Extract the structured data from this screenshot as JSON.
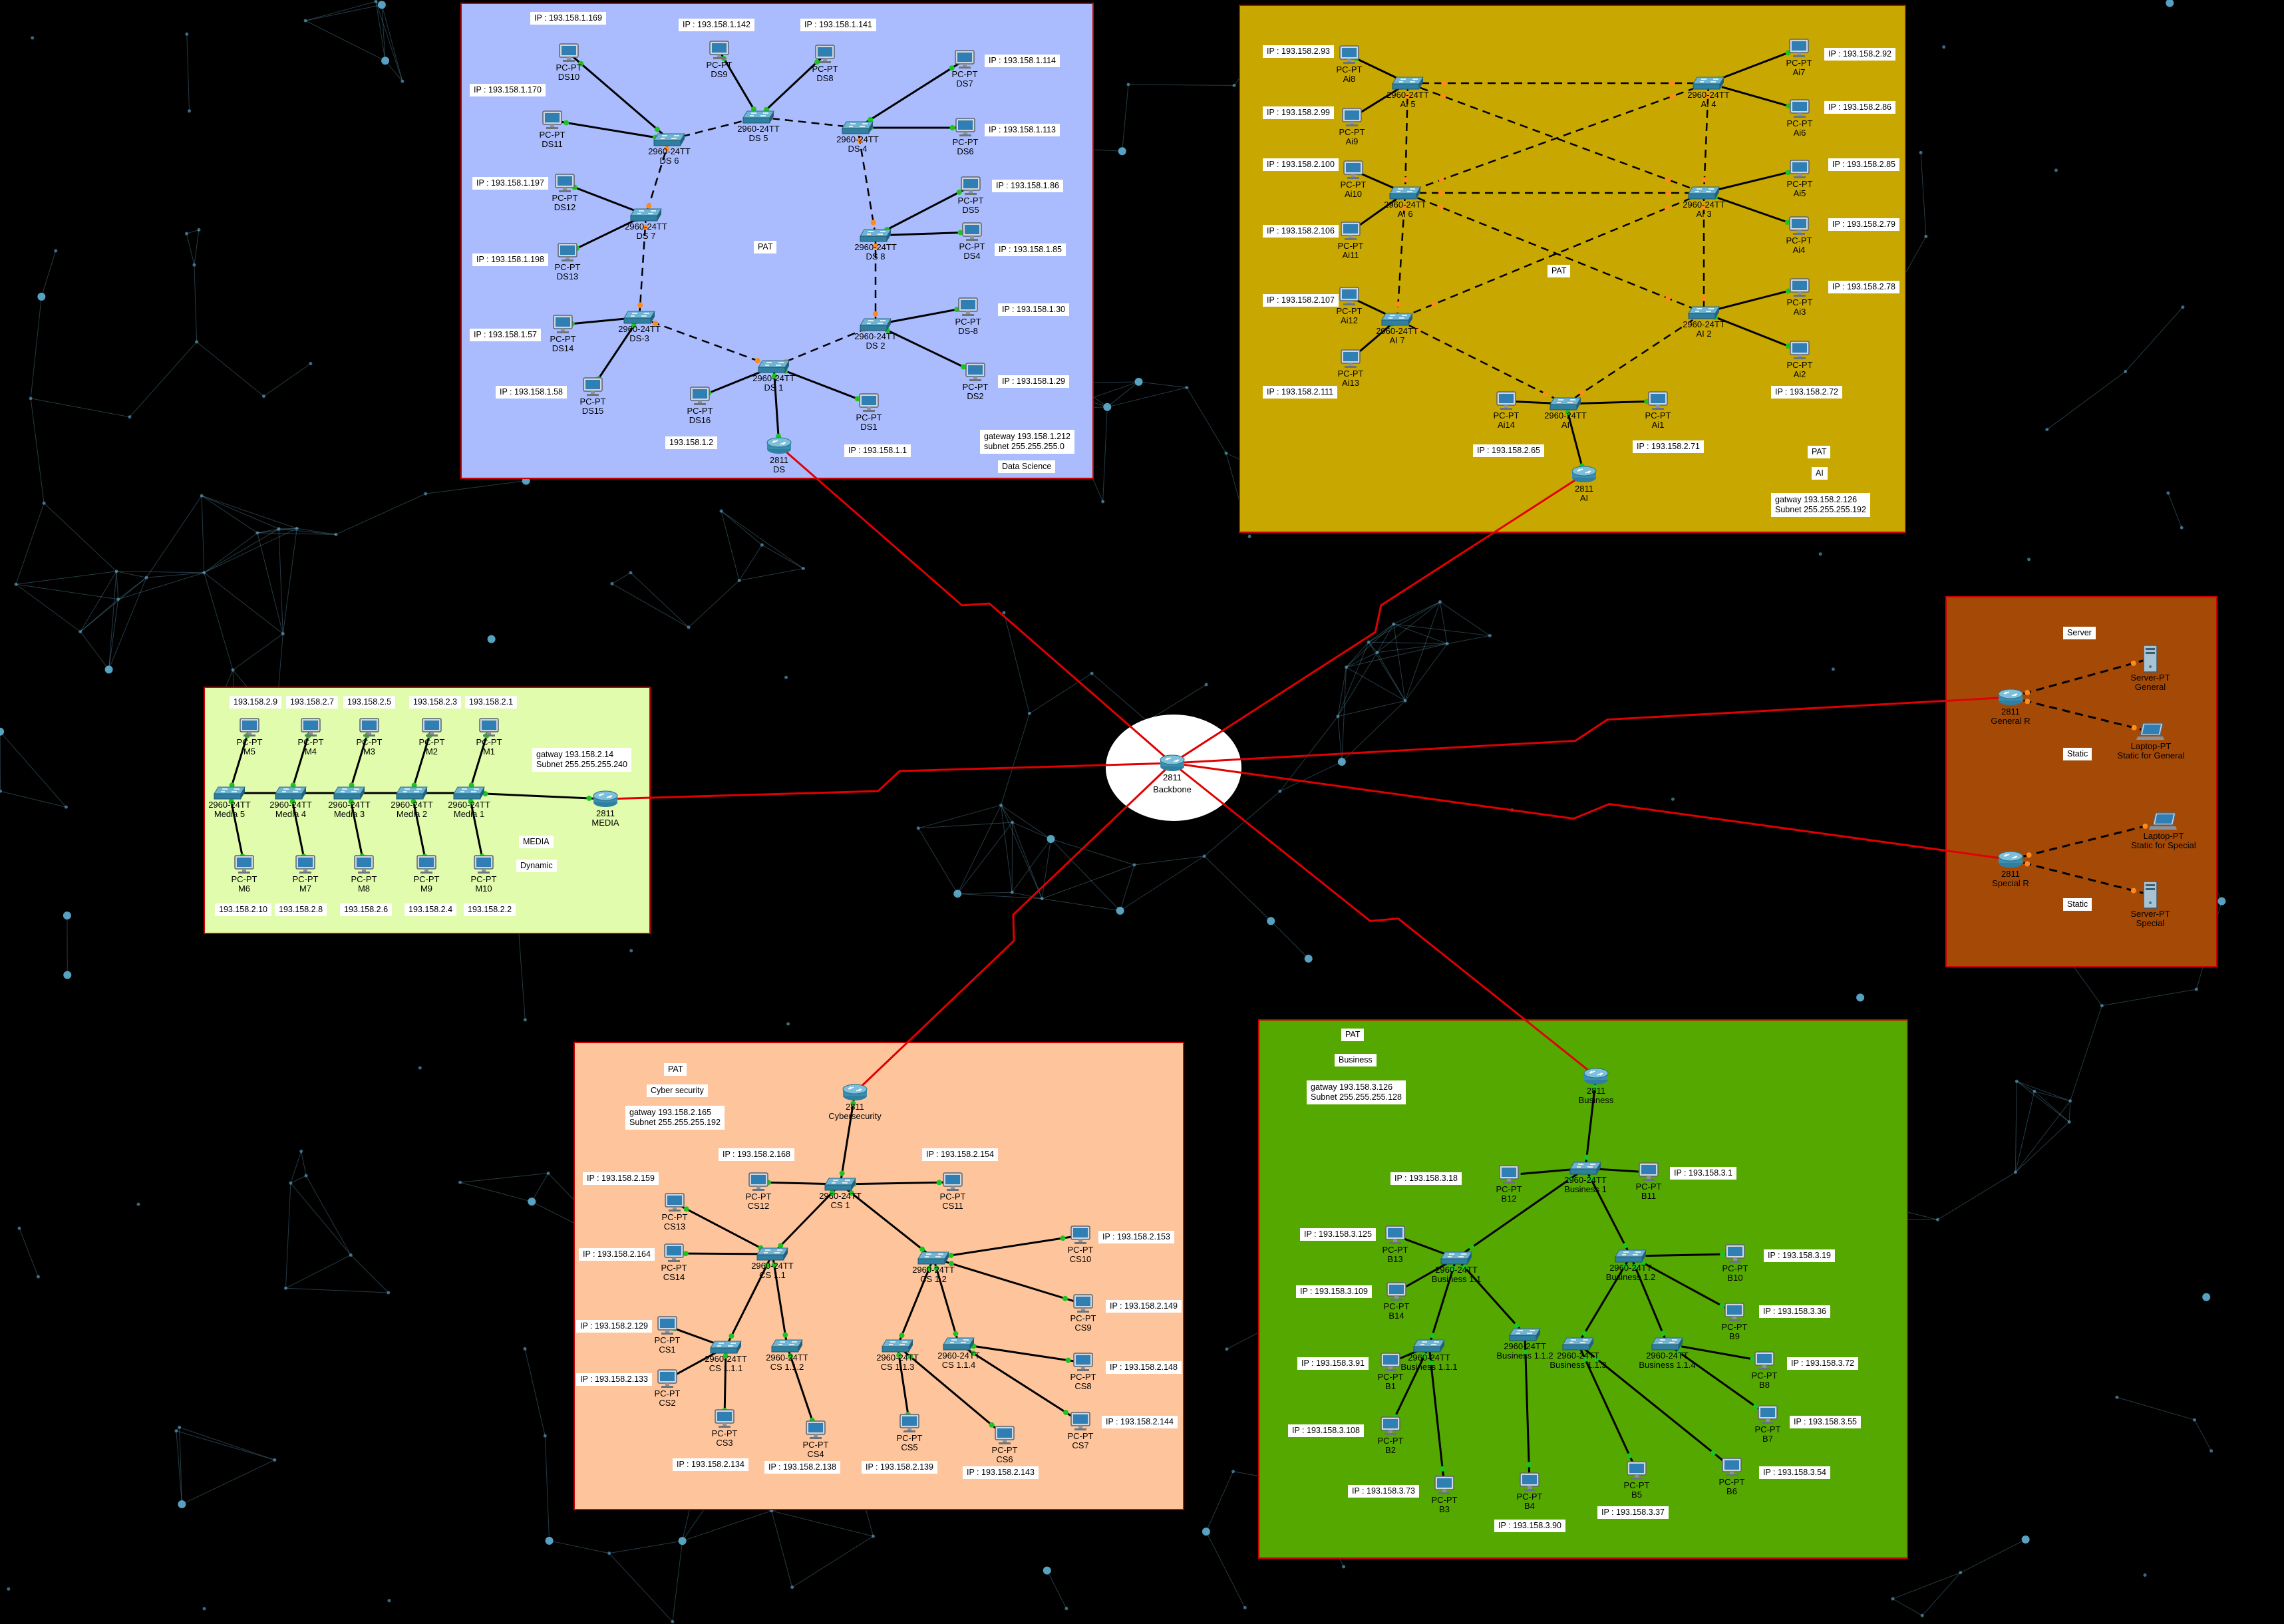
{
  "colors": {
    "ds": "#aabcfe",
    "ai": "#c8a800",
    "media": "#e0fcac",
    "server": "#a44a06",
    "cyber": "#fec59c",
    "business": "#54a800",
    "wire_red": "#e00000",
    "switch": "#3a8fb0"
  },
  "backbone": {
    "name": "Backbone",
    "model": "2811"
  },
  "ds": {
    "routerLabel": "2811\nDS",
    "pat": "PAT",
    "caption": "Data Science",
    "gw": "gateway 193.158.1.212\nsubnet 255.255.255.0",
    "switches": {
      "DS6": "2960-24TT\nDS 6",
      "DS5": "2960-24TT\nDS 5",
      "DS4": "2960-24TT\nDS 4",
      "DS7": "2960-24TT\nDS 7",
      "DS8": "2960-24TT\nDS 8",
      "DS3": "2960-24TT\nDS-3",
      "DS2": "2960-24TT\nDS 2",
      "DS1": "2960-24TT\nDS 1"
    },
    "pcs": {
      "DS10": "PC-PT\nDS10",
      "DS11": "PC-PT\nDS11",
      "DS9": "PC-PT\nDS9",
      "DS8": "PC-PT\nDS8",
      "DS7": "PC-PT\nDS7",
      "DS6": "PC-PT\nDS6",
      "DS5": "PC-PT\nDS5",
      "DS4": "PC-PT\nDS4",
      "DS12": "PC-PT\nDS12",
      "DS13": "PC-PT\nDS13",
      "DS14": "PC-PT\nDS14",
      "DS15": "PC-PT\nDS15",
      "DS16": "PC-PT\nDS16",
      "DS1": "PC-PT\nDS1",
      "DSb": "PC-PT\nDS-8",
      "DS2": "PC-PT\nDS2"
    },
    "ips": [
      "IP : 193.158.1.169",
      "IP : 193.158.1.142",
      "IP : 193.158.1.141",
      "IP : 193.158.1.170",
      "IP : 193.158.1.114",
      "IP : 193.158.1.113",
      "IP : 193.158.1.197",
      "IP : 193.158.1.86",
      "IP : 193.158.1.85",
      "IP : 193.158.1.198",
      "IP : 193.158.1.30",
      "IP : 193.158.1.57",
      "IP : 193.158.1.58",
      "IP : 193.158.1.29",
      "193.158.1.2",
      "IP : 193.158.1.1"
    ]
  },
  "ai": {
    "routerLabel": "2811\nAI",
    "pat": "PAT",
    "pat2": "PAT",
    "name": "AI",
    "gw": "gatway 193.158.2.126\nSubnet 255.255.255.192",
    "switches": {
      "AI5": "2960-24TT\nAI 5",
      "AI4": "2960-24TT\nAI 4",
      "AI6": "2960-24TT\nAI 6",
      "AI3": "2960-24TT\nAI 3",
      "AI7": "2960-24TT\nAI 7",
      "AI2": "2960-24TT\nAI 2",
      "AI": "2960-24TT\nAI"
    },
    "pcs": {
      "Ai8": "PC-PT\nAi8",
      "Ai9": "PC-PT\nAi9",
      "Ai10": "PC-PT\nAi10",
      "Ai11": "PC-PT\nAi11",
      "Ai12": "PC-PT\nAi12",
      "Ai13": "PC-PT\nAi13",
      "Ai7": "PC-PT\nAi7",
      "Ai6": "PC-PT\nAi6",
      "Ai5": "PC-PT\nAi5",
      "Ai4": "PC-PT\nAi4",
      "Ai3": "PC-PT\nAi3",
      "Ai2": "PC-PT\nAi2",
      "Ai14": "PC-PT\nAi14",
      "Ai1": "PC-PT\nAi1"
    },
    "ips": [
      "IP : 193.158.2.93",
      "IP : 193.158.2.99",
      "IP : 193.158.2.100",
      "IP : 193.158.2.106",
      "IP : 193.158.2.107",
      "IP : 193.158.2.111",
      "IP : 193.158.2.92",
      "IP : 193.158.2.86",
      "IP : 193.158.2.85",
      "IP : 193.158.2.79",
      "IP : 193.158.2.78",
      "IP : 193.158.2.72",
      "IP : 193.158.2.65",
      "IP : 193.158.2.71"
    ]
  },
  "media": {
    "routerLabel": "2811\nMEDIA",
    "name": "MEDIA",
    "mode": "Dynamic",
    "gw": "gatway 193.158.2.14\nSubnet 255.255.255.240",
    "switches": [
      "2960-24TT\nMedia 5",
      "2960-24TT\nMedia 4",
      "2960-24TT\nMedia 3",
      "2960-24TT\nMedia 2",
      "2960-24TT\nMedia 1"
    ],
    "pcs_top": [
      "PC-PT\nM5",
      "PC-PT\nM4",
      "PC-PT\nM3",
      "PC-PT\nM2",
      "PC-PT\nM1"
    ],
    "pcs_bottom": [
      "PC-PT\nM6",
      "PC-PT\nM7",
      "PC-PT\nM8",
      "PC-PT\nM9",
      "PC-PT\nM10"
    ],
    "ips_top": [
      "193.158.2.9",
      "193.158.2.7",
      "193.158.2.5",
      "193.158.2.3",
      "193.158.2.1"
    ],
    "ips_bottom": [
      "193.158.2.10",
      "193.158.2.8",
      "193.158.2.6",
      "193.158.2.4",
      "193.158.2.2"
    ]
  },
  "server": {
    "title": "Server",
    "static1": "Static",
    "static2": "Static",
    "routers": {
      "general": "2811\nGeneral R",
      "special": "2811\nSpecial R"
    },
    "devices": {
      "srvGeneral": "Server-PT\nGeneral",
      "lapGeneral": "Laptop-PT\nStatic for General",
      "lapSpecial": "Laptop-PT\nStatic for Special",
      "srvSpecial": "Server-PT\nSpecial"
    }
  },
  "cyber": {
    "routerLabel": "2811\nCybersecurity",
    "pat": "PAT",
    "name": "Cyber security",
    "gw": "gatway 193.158.2.165\nSubnet 255.255.255.192",
    "switches": {
      "CS1": "2960-24TT\nCS 1",
      "CS11": "2960-24TT\nCS 1.1",
      "CS12": "2960-24TT\nCS 1.2",
      "CS111": "2960-24TT\nCS 1.1.1",
      "CS112": "2960-24TT\nCS 1.1.2",
      "CS113": "2960-24TT\nCS 1.1.3",
      "CS114": "2960-24TT\nCS 1.1.4"
    },
    "pcs": {
      "CS12": "PC-PT\nCS12",
      "CS11": "PC-PT\nCS11",
      "CS13": "PC-PT\nCS13",
      "CS14": "PC-PT\nCS14",
      "CS1": "PC-PT\nCS1",
      "CS2": "PC-PT\nCS2",
      "CS3": "PC-PT\nCS3",
      "CS4": "PC-PT\nCS4",
      "CS5": "PC-PT\nCS5",
      "CS6": "PC-PT\nCS6",
      "CS10": "PC-PT\nCS10",
      "CS9": "PC-PT\nCS9",
      "CS8": "PC-PT\nCS8",
      "CS7": "PC-PT\nCS7"
    },
    "ips": [
      "IP : 193.158.2.168",
      "IP : 193.158.2.154",
      "IP : 193.158.2.159",
      "IP : 193.158.2.164",
      "IP : 193.158.2.129",
      "IP : 193.158.2.133",
      "IP : 193.158.2.134",
      "IP : 193.158.2.138",
      "IP : 193.158.2.139",
      "IP : 193.158.2.143",
      "IP : 193.158.2.153",
      "IP : 193.158.2.149",
      "IP : 193.158.2.148",
      "IP : 193.158.2.144"
    ]
  },
  "business": {
    "routerLabel": "2811\nBusiness",
    "pat": "PAT",
    "name": "Business",
    "gw": "gatway 193.158.3.126\nSubnet 255.255.255.128",
    "switches": {
      "B1": "2960-24TT\nBusiness 1",
      "B11": "2960-24TT\nBusiness 1.1",
      "B12": "2960-24TT\nBusiness 1.2",
      "B111": "2960-24TT\nBusiness 1.1.1",
      "B112": "2960-24TT\nBusiness 1.1.2",
      "B113": "2960-24TT\nBusiness 1.1.3",
      "B114": "2960-24TT\nBusiness 1.1.4"
    },
    "pcs": {
      "B12": "PC-PT\nB12",
      "B11": "PC-PT\nB11",
      "B13": "PC-PT\nB13",
      "B14": "PC-PT\nB14",
      "B1": "PC-PT\nB1",
      "B2": "PC-PT\nB2",
      "B3": "PC-PT\nB3",
      "B4": "PC-PT\nB4",
      "B5": "PC-PT\nB5",
      "B6": "PC-PT\nB6",
      "B10": "PC-PT\nB10",
      "B9": "PC-PT\nB9",
      "B8": "PC-PT\nB8",
      "B7": "PC-PT\nB7"
    },
    "ips": [
      "IP : 193.158.3.18",
      "IP : 193.158.3.1",
      "IP : 193.158.3.125",
      "IP : 193.158.3.109",
      "IP : 193.158.3.91",
      "IP : 193.158.3.108",
      "IP : 193.158.3.73",
      "IP : 193.158.3.90",
      "IP : 193.158.3.37",
      "IP : 193.158.3.19",
      "IP : 193.158.3.36",
      "IP : 193.158.3.72",
      "IP : 193.158.3.55",
      "IP : 193.158.3.54"
    ]
  }
}
